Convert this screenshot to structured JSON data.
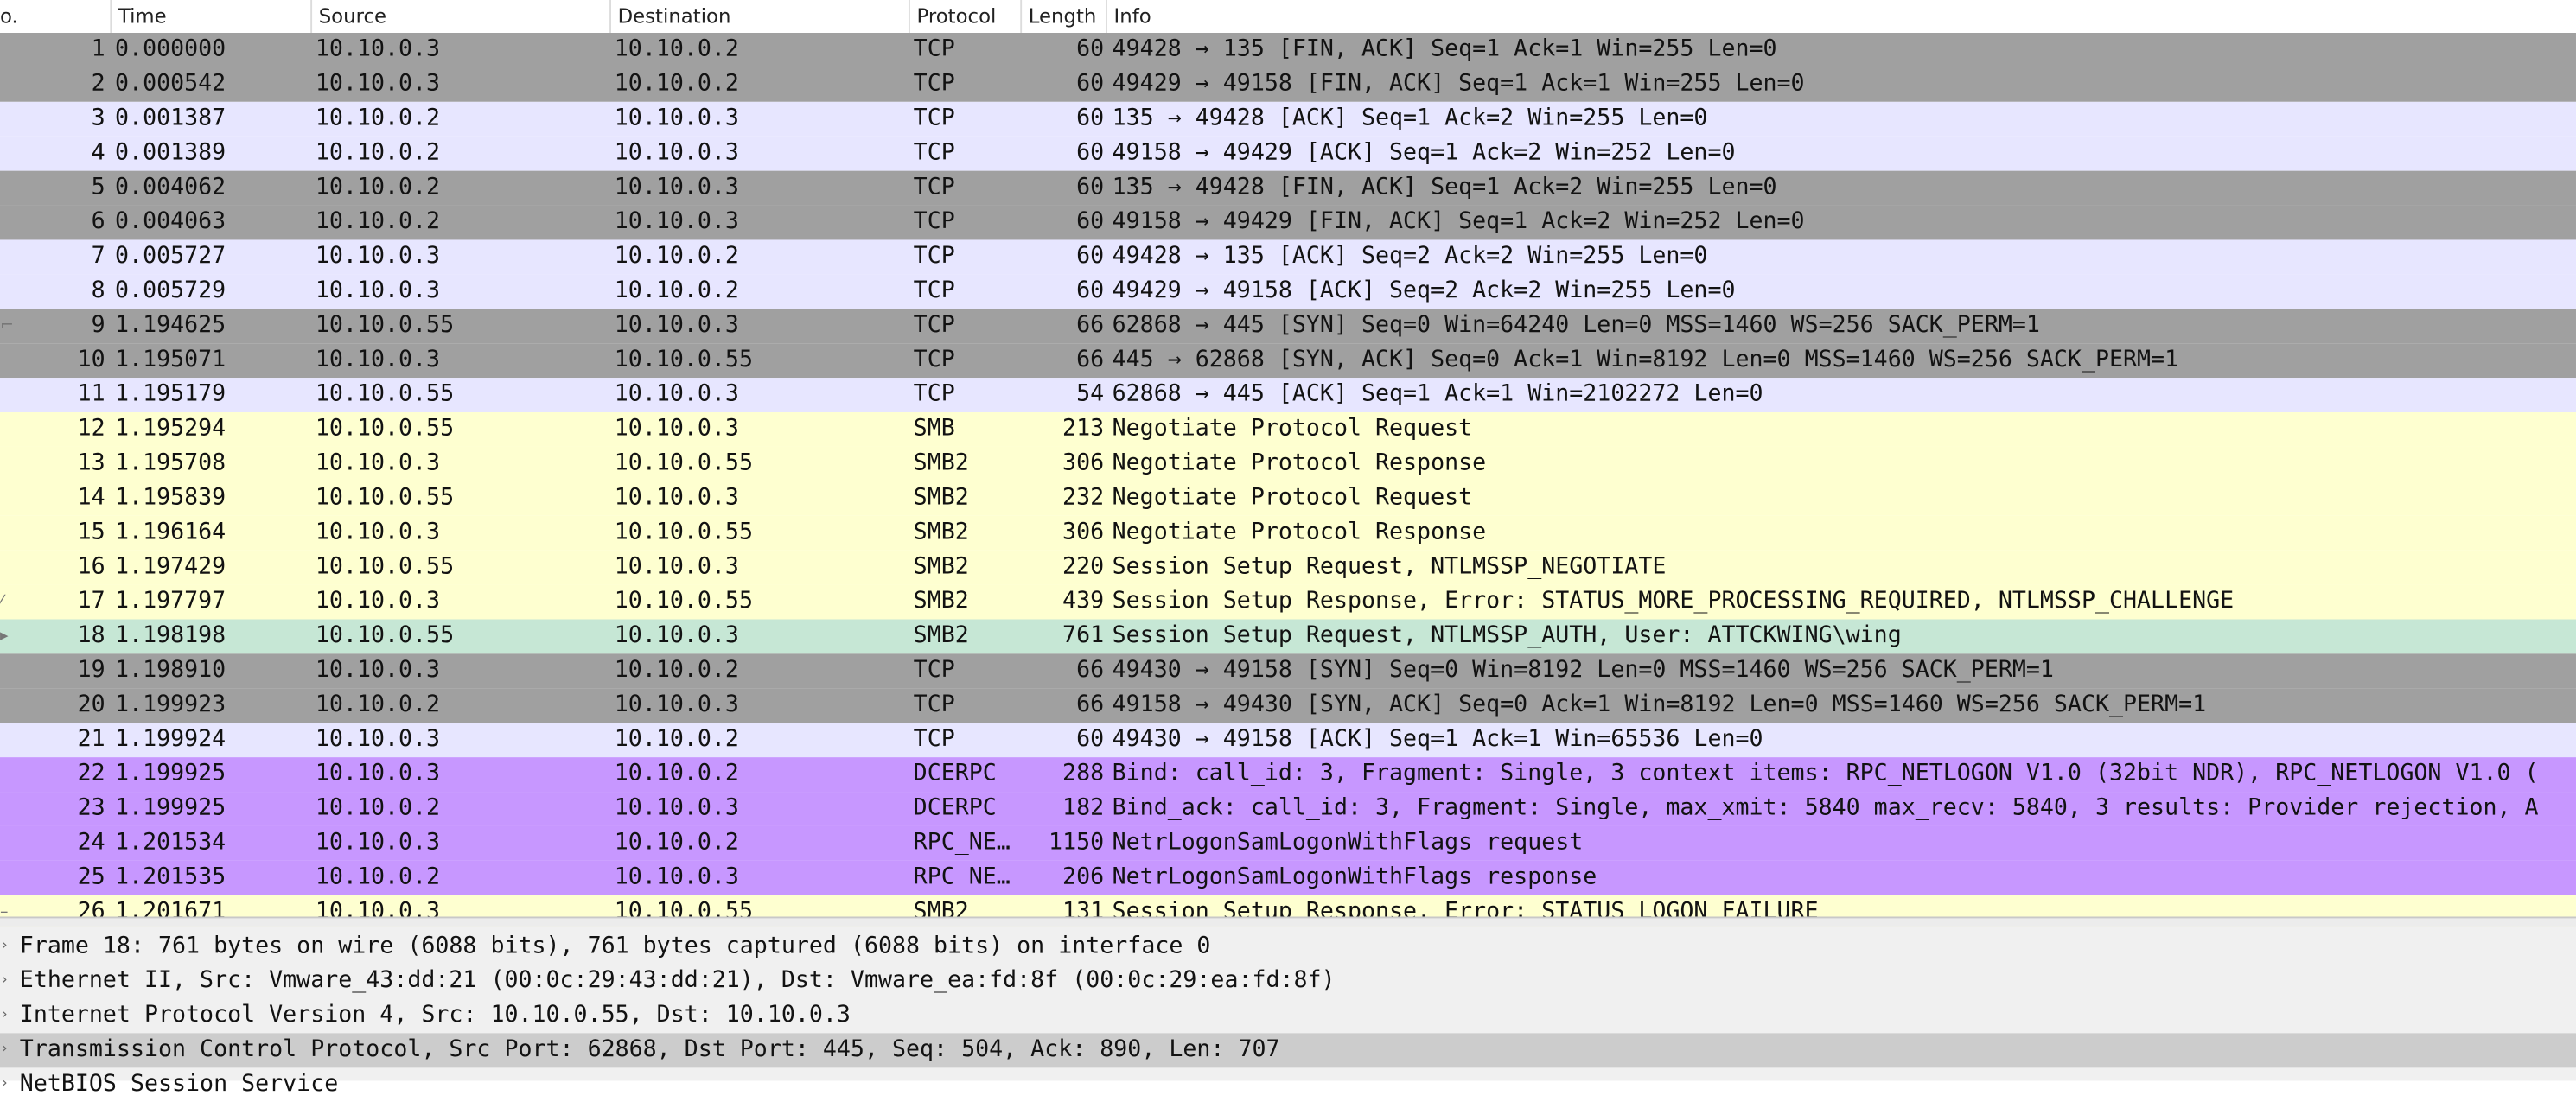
{
  "colors": {
    "tcp_gray": "#a0a0a0",
    "tcp_lavender": "#e7e6ff",
    "smb_yellow": "#feffd0",
    "dcerpc_purple": "#c797ff",
    "selected_green": "#c6e7d5",
    "detail_highlight": "#cccccc"
  },
  "columns": {
    "no": "o.",
    "time": "Time",
    "source": "Source",
    "destination": "Destination",
    "protocol": "Protocol",
    "length": "Length",
    "info": "Info"
  },
  "packets": [
    {
      "no": "1",
      "time": "0.000000",
      "src": "10.10.0.3",
      "dst": "10.10.0.2",
      "proto": "TCP",
      "len": "60",
      "info": "49428 → 135 [FIN, ACK] Seq=1 Ack=1 Win=255 Len=0",
      "color": "#a0a0a0",
      "mark": ""
    },
    {
      "no": "2",
      "time": "0.000542",
      "src": "10.10.0.3",
      "dst": "10.10.0.2",
      "proto": "TCP",
      "len": "60",
      "info": "49429 → 49158 [FIN, ACK] Seq=1 Ack=1 Win=255 Len=0",
      "color": "#a0a0a0",
      "mark": ""
    },
    {
      "no": "3",
      "time": "0.001387",
      "src": "10.10.0.2",
      "dst": "10.10.0.3",
      "proto": "TCP",
      "len": "60",
      "info": "135 → 49428 [ACK] Seq=1 Ack=2 Win=255 Len=0",
      "color": "#e7e6ff",
      "mark": ""
    },
    {
      "no": "4",
      "time": "0.001389",
      "src": "10.10.0.2",
      "dst": "10.10.0.3",
      "proto": "TCP",
      "len": "60",
      "info": "49158 → 49429 [ACK] Seq=1 Ack=2 Win=252 Len=0",
      "color": "#e7e6ff",
      "mark": ""
    },
    {
      "no": "5",
      "time": "0.004062",
      "src": "10.10.0.2",
      "dst": "10.10.0.3",
      "proto": "TCP",
      "len": "60",
      "info": "135 → 49428 [FIN, ACK] Seq=1 Ack=2 Win=255 Len=0",
      "color": "#a0a0a0",
      "mark": ""
    },
    {
      "no": "6",
      "time": "0.004063",
      "src": "10.10.0.2",
      "dst": "10.10.0.3",
      "proto": "TCP",
      "len": "60",
      "info": "49158 → 49429 [FIN, ACK] Seq=1 Ack=2 Win=252 Len=0",
      "color": "#a0a0a0",
      "mark": ""
    },
    {
      "no": "7",
      "time": "0.005727",
      "src": "10.10.0.3",
      "dst": "10.10.0.2",
      "proto": "TCP",
      "len": "60",
      "info": "49428 → 135 [ACK] Seq=2 Ack=2 Win=255 Len=0",
      "color": "#e7e6ff",
      "mark": ""
    },
    {
      "no": "8",
      "time": "0.005729",
      "src": "10.10.0.3",
      "dst": "10.10.0.2",
      "proto": "TCP",
      "len": "60",
      "info": "49429 → 49158 [ACK] Seq=2 Ack=2 Win=255 Len=0",
      "color": "#e7e6ff",
      "mark": ""
    },
    {
      "no": "9",
      "time": "1.194625",
      "src": "10.10.0.55",
      "dst": "10.10.0.3",
      "proto": "TCP",
      "len": "66",
      "info": "62868 → 445 [SYN] Seq=0 Win=64240 Len=0 MSS=1460 WS=256 SACK_PERM=1",
      "color": "#a0a0a0",
      "mark": "⌐"
    },
    {
      "no": "10",
      "time": "1.195071",
      "src": "10.10.0.3",
      "dst": "10.10.0.55",
      "proto": "TCP",
      "len": "66",
      "info": "445 → 62868 [SYN, ACK] Seq=0 Ack=1 Win=8192 Len=0 MSS=1460 WS=256 SACK_PERM=1",
      "color": "#a0a0a0",
      "mark": ""
    },
    {
      "no": "11",
      "time": "1.195179",
      "src": "10.10.0.55",
      "dst": "10.10.0.3",
      "proto": "TCP",
      "len": "54",
      "info": "62868 → 445 [ACK] Seq=1 Ack=1 Win=2102272 Len=0",
      "color": "#e7e6ff",
      "mark": ""
    },
    {
      "no": "12",
      "time": "1.195294",
      "src": "10.10.0.55",
      "dst": "10.10.0.3",
      "proto": "SMB",
      "len": "213",
      "info": "Negotiate Protocol Request",
      "color": "#feffd0",
      "mark": ""
    },
    {
      "no": "13",
      "time": "1.195708",
      "src": "10.10.0.3",
      "dst": "10.10.0.55",
      "proto": "SMB2",
      "len": "306",
      "info": "Negotiate Protocol Response",
      "color": "#feffd0",
      "mark": ""
    },
    {
      "no": "14",
      "time": "1.195839",
      "src": "10.10.0.55",
      "dst": "10.10.0.3",
      "proto": "SMB2",
      "len": "232",
      "info": "Negotiate Protocol Request",
      "color": "#feffd0",
      "mark": ""
    },
    {
      "no": "15",
      "time": "1.196164",
      "src": "10.10.0.3",
      "dst": "10.10.0.55",
      "proto": "SMB2",
      "len": "306",
      "info": "Negotiate Protocol Response",
      "color": "#feffd0",
      "mark": ""
    },
    {
      "no": "16",
      "time": "1.197429",
      "src": "10.10.0.55",
      "dst": "10.10.0.3",
      "proto": "SMB2",
      "len": "220",
      "info": "Session Setup Request, NTLMSSP_NEGOTIATE",
      "color": "#feffd0",
      "mark": ""
    },
    {
      "no": "17",
      "time": "1.197797",
      "src": "10.10.0.3",
      "dst": "10.10.0.55",
      "proto": "SMB2",
      "len": "439",
      "info": "Session Setup Response, Error: STATUS_MORE_PROCESSING_REQUIRED, NTLMSSP_CHALLENGE",
      "color": "#feffd0",
      "mark": "⁄"
    },
    {
      "no": "18",
      "time": "1.198198",
      "src": "10.10.0.55",
      "dst": "10.10.0.3",
      "proto": "SMB2",
      "len": "761",
      "info": "Session Setup Request, NTLMSSP_AUTH, User: ATTCKWING\\wing",
      "color": "#c6e7d5",
      "mark": "▸"
    },
    {
      "no": "19",
      "time": "1.198910",
      "src": "10.10.0.3",
      "dst": "10.10.0.2",
      "proto": "TCP",
      "len": "66",
      "info": "49430 → 49158 [SYN] Seq=0 Win=8192 Len=0 MSS=1460 WS=256 SACK_PERM=1",
      "color": "#a0a0a0",
      "mark": ""
    },
    {
      "no": "20",
      "time": "1.199923",
      "src": "10.10.0.2",
      "dst": "10.10.0.3",
      "proto": "TCP",
      "len": "66",
      "info": "49158 → 49430 [SYN, ACK] Seq=0 Ack=1 Win=8192 Len=0 MSS=1460 WS=256 SACK_PERM=1",
      "color": "#a0a0a0",
      "mark": ""
    },
    {
      "no": "21",
      "time": "1.199924",
      "src": "10.10.0.3",
      "dst": "10.10.0.2",
      "proto": "TCP",
      "len": "60",
      "info": "49430 → 49158 [ACK] Seq=1 Ack=1 Win=65536 Len=0",
      "color": "#e7e6ff",
      "mark": ""
    },
    {
      "no": "22",
      "time": "1.199925",
      "src": "10.10.0.3",
      "dst": "10.10.0.2",
      "proto": "DCERPC",
      "len": "288",
      "info": "Bind: call_id: 3, Fragment: Single, 3 context items: RPC_NETLOGON V1.0 (32bit NDR), RPC_NETLOGON V1.0 (",
      "color": "#c797ff",
      "mark": ""
    },
    {
      "no": "23",
      "time": "1.199925",
      "src": "10.10.0.2",
      "dst": "10.10.0.3",
      "proto": "DCERPC",
      "len": "182",
      "info": "Bind_ack: call_id: 3, Fragment: Single, max_xmit: 5840 max_recv: 5840, 3 results: Provider rejection, A",
      "color": "#c797ff",
      "mark": ""
    },
    {
      "no": "24",
      "time": "1.201534",
      "src": "10.10.0.3",
      "dst": "10.10.0.2",
      "proto": "RPC_NE…",
      "len": "1150",
      "info": "NetrLogonSamLogonWithFlags request",
      "color": "#c797ff",
      "mark": ""
    },
    {
      "no": "25",
      "time": "1.201535",
      "src": "10.10.0.2",
      "dst": "10.10.0.3",
      "proto": "RPC_NE…",
      "len": "206",
      "info": "NetrLogonSamLogonWithFlags response",
      "color": "#c797ff",
      "mark": ""
    },
    {
      "no": "26",
      "time": "1.201671",
      "src": "10.10.0.3",
      "dst": "10.10.0.55",
      "proto": "SMB2",
      "len": "131",
      "info": "Session Setup Response, Error: STATUS_LOGON_FAILURE",
      "color": "#feffd0",
      "mark": "–"
    }
  ],
  "selected_packet": "18",
  "details": [
    {
      "text": "Frame 18: 761 bytes on wire (6088 bits), 761 bytes captured (6088 bits) on interface 0",
      "highlight": false
    },
    {
      "text": "Ethernet II, Src: Vmware_43:dd:21 (00:0c:29:43:dd:21), Dst: Vmware_ea:fd:8f (00:0c:29:ea:fd:8f)",
      "highlight": false
    },
    {
      "text": "Internet Protocol Version 4, Src: 10.10.0.55, Dst: 10.10.0.3",
      "highlight": false
    },
    {
      "text": "Transmission Control Protocol, Src Port: 62868, Dst Port: 445, Seq: 504, Ack: 890, Len: 707",
      "highlight": true
    },
    {
      "text": "NetBIOS Session Service",
      "highlight": false
    }
  ],
  "icons": {
    "expand_arrow": "tree-expand-arrow-icon"
  }
}
